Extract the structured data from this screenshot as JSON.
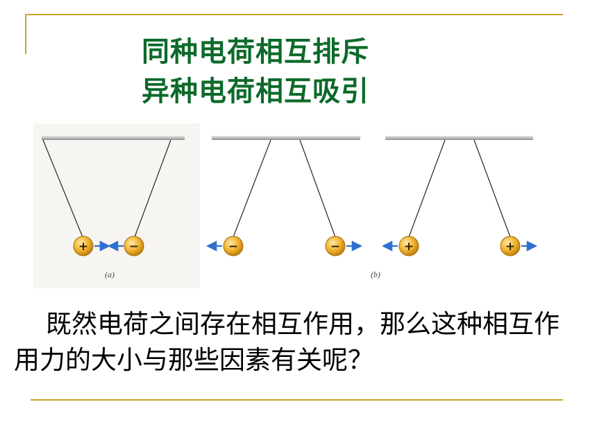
{
  "slide": {
    "title_lines": [
      "同种电荷相互排斥",
      "异种电荷相互吸引"
    ],
    "question": "既然电荷之间存在相互作用，那么这种相互作用力的大小与那些因素有关呢？"
  },
  "figure": {
    "panel_a_label": "(a)",
    "panel_b_label": "(b)",
    "ball_signs": [
      "+",
      "−",
      "−",
      "−",
      "+",
      "+"
    ]
  },
  "colors": {
    "title": "#0d6a2a",
    "accent_rule": "#c9a12a",
    "ball": "#e8a41a",
    "arrow": "#2f6fd0"
  }
}
